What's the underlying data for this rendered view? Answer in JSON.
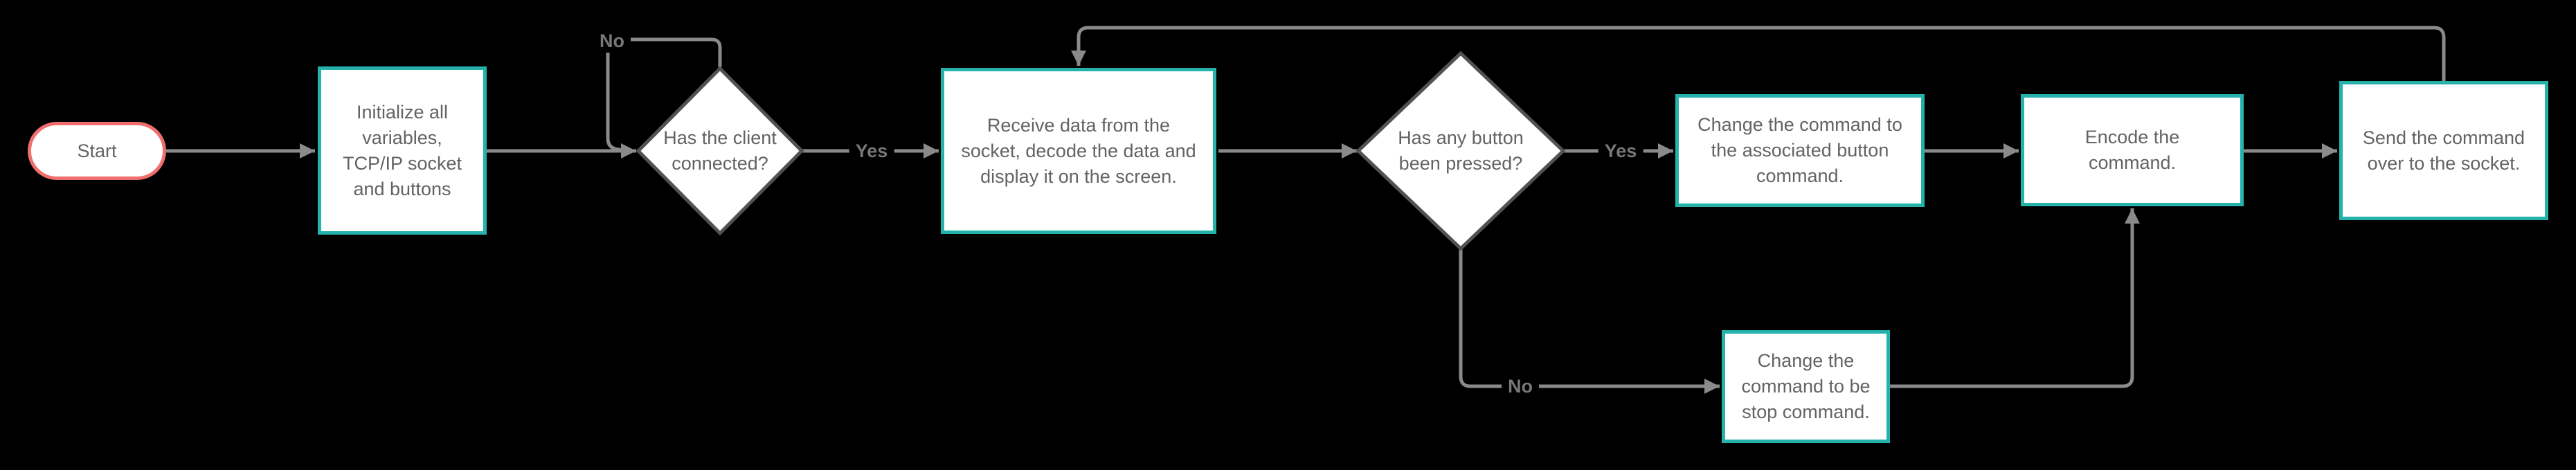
{
  "colors": {
    "background": "#000000",
    "shape_fill": "#ffffff",
    "process_border": "#25b2ab",
    "terminator_border": "#f06e6e",
    "decision_border": "#525252",
    "connector": "#8a8a8a",
    "shape_text": "#636363",
    "edge_label_text": "#787878"
  },
  "nodes": {
    "start": {
      "label": "Start"
    },
    "initialize": {
      "label": "Initialize all\nvariables,\nTCP/IP socket\nand buttons"
    },
    "client_connected": {
      "label": "Has the client\nconnected?"
    },
    "receive_data": {
      "label": "Receive data from the\nsocket, decode the data and\ndisplay it on the screen."
    },
    "button_pressed": {
      "label": "Has any button\nbeen pressed?"
    },
    "change_associated": {
      "label": "Change the command to\nthe associated button\ncommand."
    },
    "encode_command": {
      "label": "Encode the\ncommand."
    },
    "send_command": {
      "label": "Send the command\nover to the socket."
    },
    "change_stop": {
      "label": "Change the\ncommand to be\nstop command."
    }
  },
  "edge_labels": {
    "client_no": "No",
    "client_yes": "Yes",
    "button_yes": "Yes",
    "button_no": "No"
  }
}
